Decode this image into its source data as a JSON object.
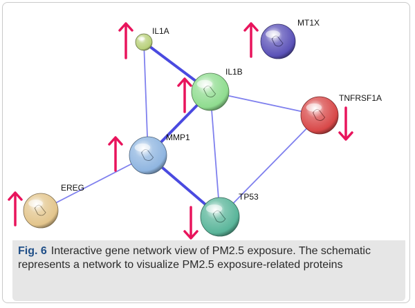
{
  "figure": {
    "caption_label": "Fig. 6",
    "caption_text": "Interactive gene network view of PM2.5 exposure. The schematic represents a network to visualize PM2.5 exposure-related proteins"
  },
  "colors": {
    "edge": "#7f80ee",
    "edge_strong": "#4a4ae0",
    "arrow": "#e8145c",
    "label_accent": "#1f4e87"
  },
  "network": {
    "nodes": [
      {
        "id": "il1a",
        "label": "IL1A",
        "color": "#b8d07a",
        "regulation": "up"
      },
      {
        "id": "mt1x",
        "label": "MT1X",
        "color": "#5b52b8",
        "regulation": "up"
      },
      {
        "id": "il1b",
        "label": "IL1B",
        "color": "#8fdc8f",
        "regulation": "up"
      },
      {
        "id": "tnfrsf1a",
        "label": "TNFRSF1A",
        "color": "#d84848",
        "regulation": "down"
      },
      {
        "id": "mmp1",
        "label": "MMP1",
        "color": "#8fb5e0",
        "regulation": "up"
      },
      {
        "id": "ereg",
        "label": "EREG",
        "color": "#e3c58c",
        "regulation": "up"
      },
      {
        "id": "tp53",
        "label": "TP53",
        "color": "#5ab59a",
        "regulation": "down"
      }
    ],
    "edges": [
      {
        "from": "il1a",
        "to": "il1b",
        "strength": "strong"
      },
      {
        "from": "il1a",
        "to": "mmp1",
        "strength": "normal"
      },
      {
        "from": "il1b",
        "to": "mmp1",
        "strength": "strong"
      },
      {
        "from": "il1b",
        "to": "tnfrsf1a",
        "strength": "normal"
      },
      {
        "from": "il1b",
        "to": "tp53",
        "strength": "normal"
      },
      {
        "from": "tnfrsf1a",
        "to": "tp53",
        "strength": "normal"
      },
      {
        "from": "mmp1",
        "to": "tp53",
        "strength": "strong"
      },
      {
        "from": "mmp1",
        "to": "ereg",
        "strength": "normal"
      }
    ]
  }
}
